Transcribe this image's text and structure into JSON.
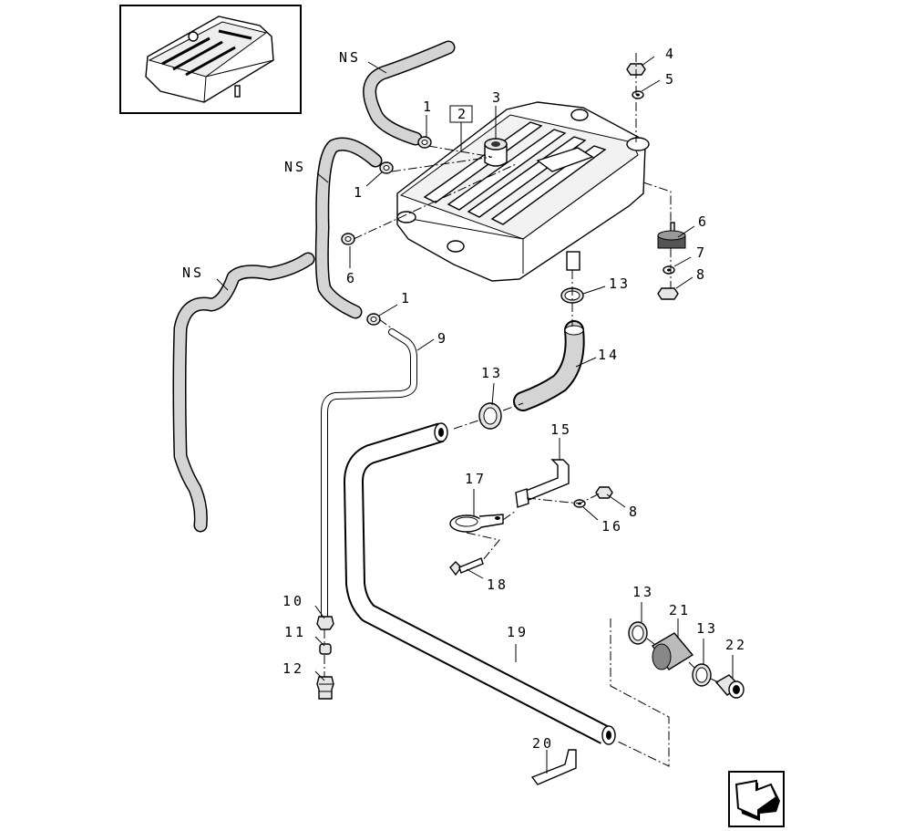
{
  "figure": {
    "section_ref": "2",
    "callouts": {
      "c1a": "1",
      "c1b": "1",
      "c1c": "1",
      "c3": "3",
      "c4": "4",
      "c5": "5",
      "c6a": "6",
      "c6b": "6",
      "c7": "7",
      "c8a": "8",
      "c8b": "8",
      "c9": "9",
      "c10": "10",
      "c11": "11",
      "c12": "12",
      "c13a": "13",
      "c13b": "13",
      "c13c": "13",
      "c13d": "13",
      "c14": "14",
      "c15": "15",
      "c16": "16",
      "c17": "17",
      "c18": "18",
      "c19": "19",
      "c20": "20",
      "c21": "21",
      "c22": "22",
      "ns_a": "NS",
      "ns_b": "NS",
      "ns_c": "NS"
    }
  },
  "icons": {
    "thumbnail": "tank-overview-thumbnail",
    "nav": "next-page-arrow-icon"
  }
}
